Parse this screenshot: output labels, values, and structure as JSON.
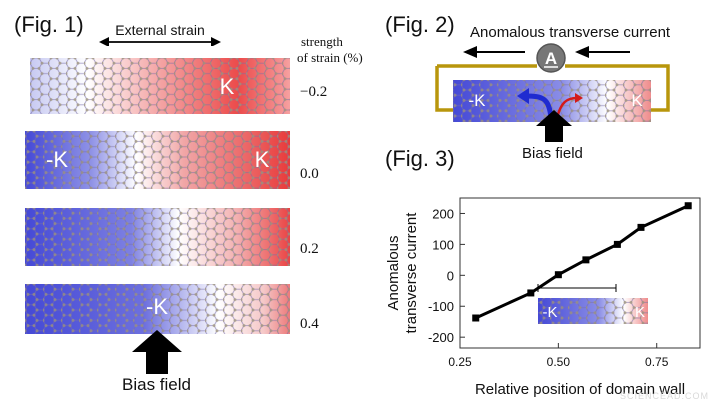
{
  "fig1": {
    "title": "(Fig. 1)",
    "strain_header": "External strain",
    "strength_label_line1": "strength",
    "strength_label_line2": "of strain (%)",
    "rows": [
      {
        "value": "−0.2",
        "left_label": "",
        "right_label": "K"
      },
      {
        "value": "0.0",
        "left_label": "-K",
        "right_label": "K"
      },
      {
        "value": "0.2",
        "left_label": "",
        "right_label": ""
      },
      {
        "value": "0.4",
        "left_label": "",
        "right_label": "-K"
      }
    ],
    "bias_label": "Bias field"
  },
  "fig2": {
    "title": "(Fig. 2)",
    "current_label": "Anomalous transverse current",
    "ammeter_symbol": "A",
    "strip_left": "-K",
    "strip_right": "K",
    "bias_label": "Bias field"
  },
  "fig3": {
    "title": "(Fig. 3)",
    "ylabel_line1": "Anomalous",
    "ylabel_line2": "transverse current",
    "xlabel": "Relative position of domain wall",
    "inset_left": "-K",
    "inset_right": "K"
  },
  "watermark": "SCIENCEAD.COM",
  "colors": {
    "blue": "#4b4fd4",
    "red": "#ec3b3b",
    "wire": "#b8960c"
  },
  "chart_data": {
    "type": "line",
    "x": [
      0.29,
      0.43,
      0.5,
      0.57,
      0.65,
      0.71,
      0.83
    ],
    "y": [
      -138,
      -57,
      2,
      50,
      100,
      155,
      225
    ],
    "xlabel": "Relative position of domain wall",
    "ylabel": "Anomalous transverse current",
    "xlim": [
      0.25,
      0.86
    ],
    "ylim": [
      -235,
      250
    ],
    "xticks": [
      0.25,
      0.5,
      0.75
    ],
    "xtick_labels": [
      "0.25",
      "0.50",
      "0.75"
    ],
    "yticks": [
      -200,
      -100,
      0,
      100,
      200
    ],
    "ytick_labels": [
      "-200",
      "-100",
      "0",
      "100",
      "200"
    ],
    "grid": false
  }
}
